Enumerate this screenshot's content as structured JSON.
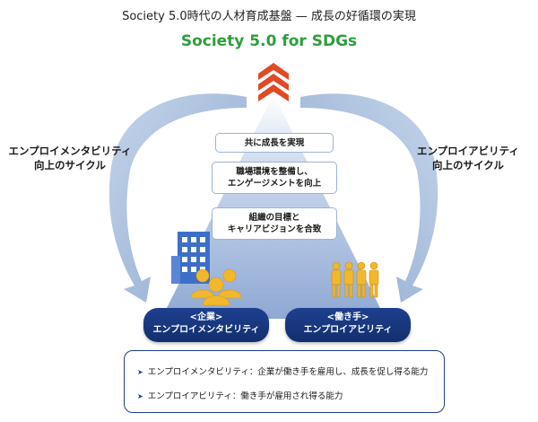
{
  "header": {
    "title": "Society 5.0時代の人材育成基盤 — 成長の好循環の実現",
    "subtitle": "Society 5.0 for SDGs"
  },
  "cycles": {
    "left": "エンプロイメンタビリティ\n向上のサイクル",
    "right": "エンプロイアビリティ\n向上のサイクル"
  },
  "steps": [
    "共に成長を実現",
    "職場環境を整備し、\nエンゲージメントを向上",
    "組織の目標と\nキャリアビジョンを合致"
  ],
  "pills": {
    "company": "<企業>\nエンプロイメンタビリティ",
    "worker": "<働き手>\nエンプロイアビリティ"
  },
  "definitions": [
    "エンプロイメンタビリティ：企業が働き手を雇用し、成長を促し得る能力",
    "エンプロイアビリティ：働き手が雇用され得る能力"
  ],
  "colors": {
    "brand_green": "#2e9e3c",
    "navy": "#1e3f8f",
    "chevron_red": "#e04a25",
    "arrow_blue": "#a7bedc",
    "building_blue": "#3d6fc8",
    "people_yellow": "#f1b82d"
  },
  "icons": [
    "chevron-up-icon",
    "building-icon",
    "people-group-icon",
    "workers-icon",
    "cycle-arrow-icon",
    "bullet-arrow-icon"
  ]
}
